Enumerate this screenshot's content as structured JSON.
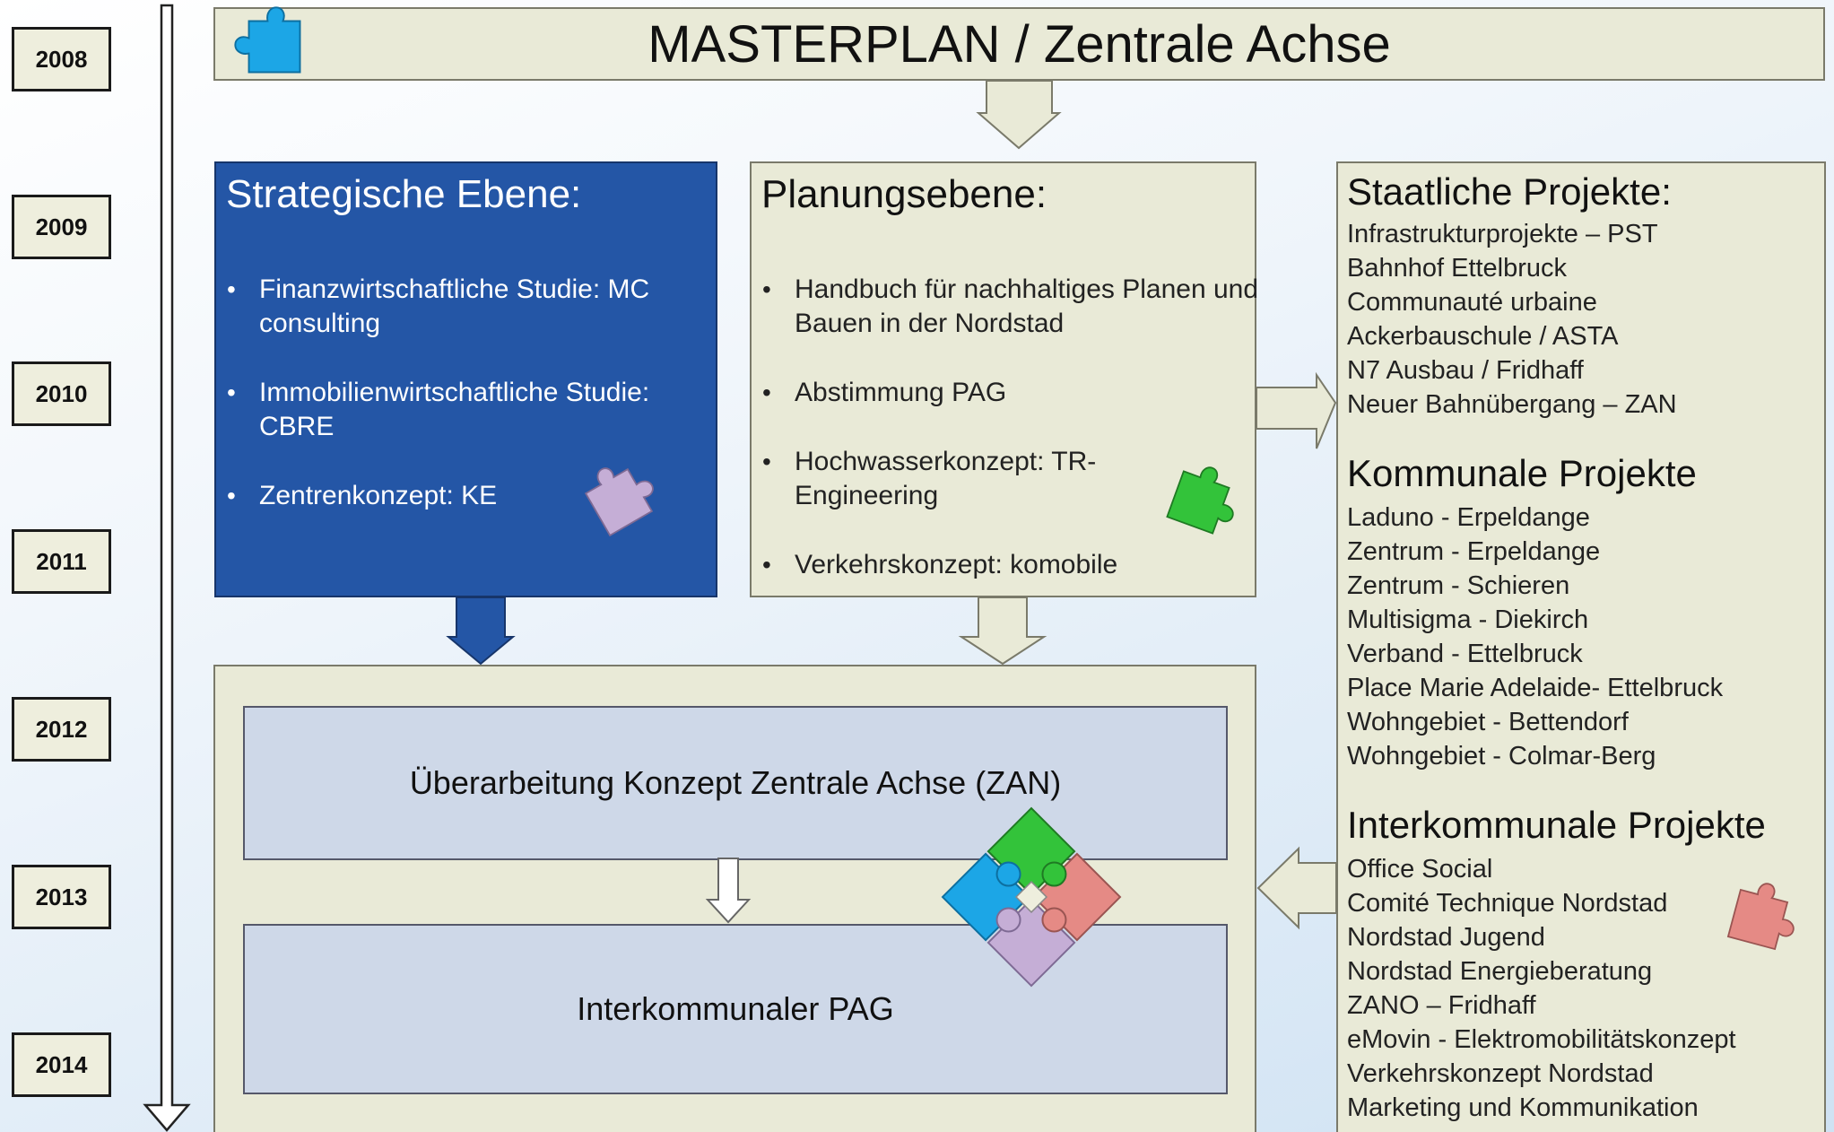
{
  "timeline": {
    "years": [
      "2008",
      "2009",
      "2010",
      "2011",
      "2012",
      "2013",
      "2014"
    ]
  },
  "header": {
    "title": "MASTERPLAN / Zentrale Achse"
  },
  "strategic": {
    "heading": "Strategische Ebene:",
    "items": [
      "Finanzwirtschaftliche Studie: MC consulting",
      "Immobilienwirtschaftliche Studie: CBRE",
      "Zentrenkonzept: KE"
    ]
  },
  "planning": {
    "heading": "Planungsebene:",
    "items": [
      "Handbuch für nachhaltiges Planen und Bauen in der Nordstad",
      "Abstimmung PAG",
      "Hochwasserkonzept: TR-Engineering",
      "Verkehrskonzept: komobile"
    ]
  },
  "projects": {
    "state": {
      "heading": "Staatliche Projekte:",
      "items": [
        "Infrastrukturprojekte – PST",
        "Bahnhof Ettelbruck",
        "Communauté urbaine",
        "Ackerbauschule / ASTA",
        "N7  Ausbau / Fridhaff",
        "Neuer Bahnübergang – ZAN"
      ]
    },
    "municipal": {
      "heading": "Kommunale Projekte",
      "items": [
        "Laduno - Erpeldange",
        "Zentrum - Erpeldange",
        "Zentrum - Schieren",
        "Multisigma - Diekirch",
        "Verband - Ettelbruck",
        "Place Marie Adelaide- Ettelbruck",
        "Wohngebiet - Bettendorf",
        "Wohngebiet - Colmar-Berg"
      ]
    },
    "intermunicipal": {
      "heading": "Interkommunale Projekte",
      "items": [
        "Office Social",
        "Comité Technique Nordstad",
        "Nordstad Jugend",
        "Nordstad Energieberatung",
        "ZANO – Fridhaff",
        "eMovin - Elektromobilitätskonzept",
        "Verkehrskonzept Nordstad",
        "Marketing und Kommunikation"
      ]
    }
  },
  "output": {
    "top": "Überarbeitung Konzept Zentrale Achse (ZAN)",
    "bottom": "Interkommunaler PAG"
  },
  "colors": {
    "strategic_fill": "#2456a6",
    "beige_fill": "#e9ead7",
    "inner_fill": "#ced8e8",
    "puzzle_blue": "#1ca6e6",
    "puzzle_green": "#33c33a",
    "puzzle_lilac": "#c5aed6",
    "puzzle_red": "#e58a85"
  },
  "icons": [
    "puzzle-piece-icon",
    "timeline-arrow-icon",
    "down-arrow-icon",
    "right-arrow-icon",
    "left-arrow-icon"
  ]
}
